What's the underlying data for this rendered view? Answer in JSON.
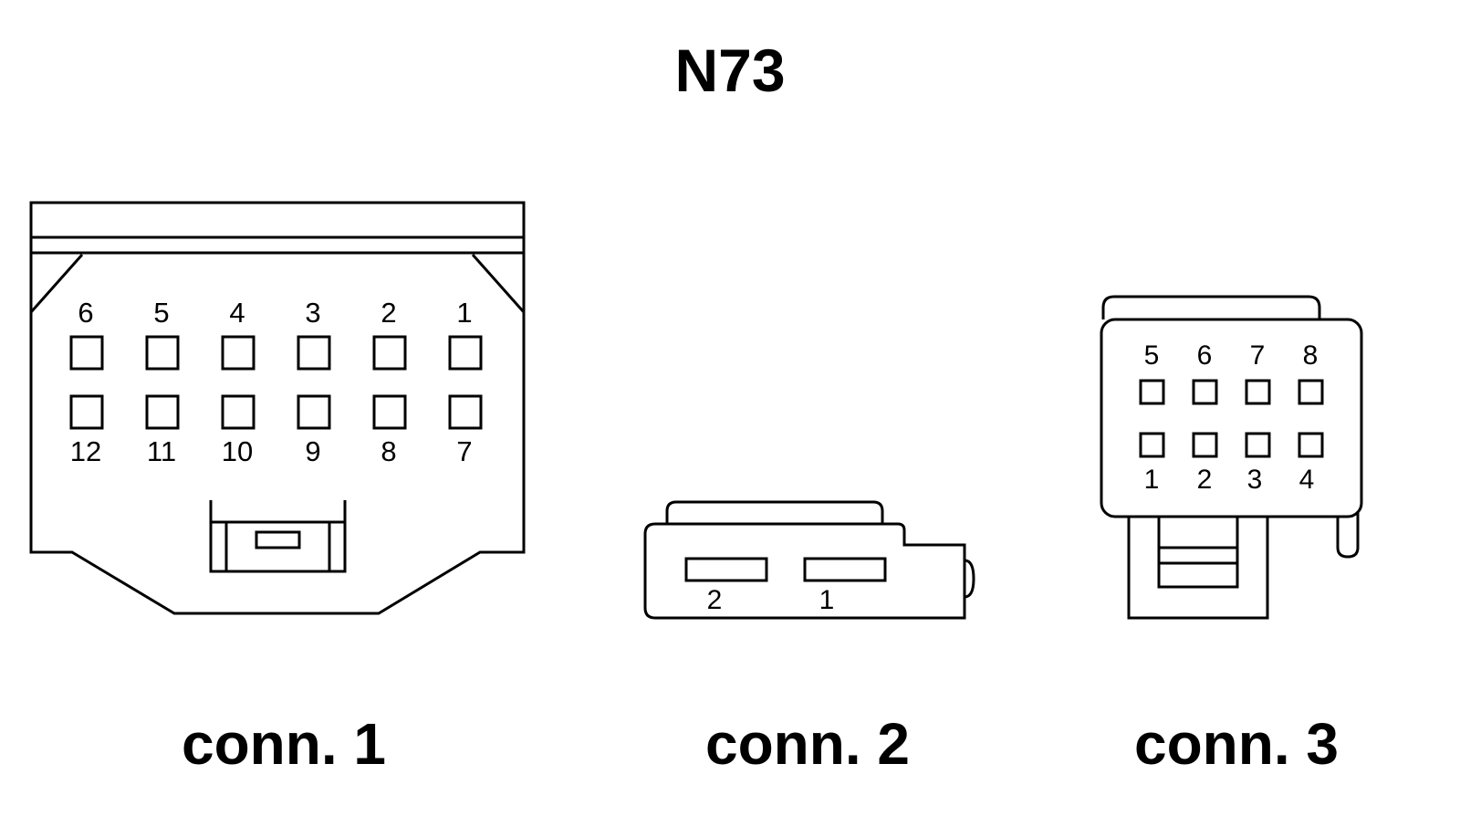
{
  "title": "N73",
  "connectors": [
    {
      "label": "conn. 1",
      "pins_top": [
        "6",
        "5",
        "4",
        "3",
        "2",
        "1"
      ],
      "pins_bottom": [
        "12",
        "11",
        "10",
        "9",
        "8",
        "7"
      ]
    },
    {
      "label": "conn. 2",
      "pins": [
        "2",
        "1"
      ]
    },
    {
      "label": "conn. 3",
      "pins_top": [
        "5",
        "6",
        "7",
        "8"
      ],
      "pins_bottom": [
        "1",
        "2",
        "3",
        "4"
      ]
    }
  ]
}
